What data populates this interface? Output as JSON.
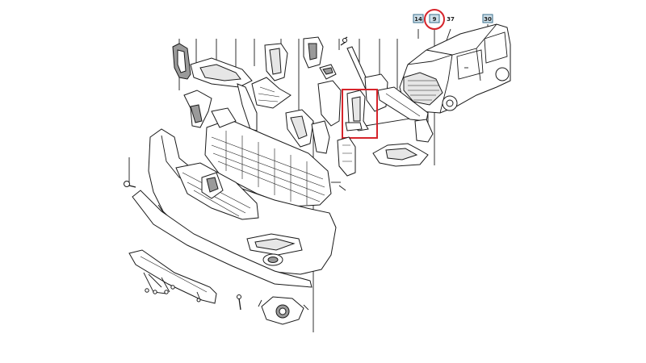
{
  "diagram": {
    "callouts": [
      {
        "id": "ref-14",
        "label": "14",
        "boxed": true
      },
      {
        "id": "ref-9",
        "label": "9",
        "boxed": true
      },
      {
        "id": "ref-37",
        "label": "37",
        "boxed": false
      },
      {
        "id": "ref-30",
        "label": "30",
        "boxed": true
      }
    ],
    "colors": {
      "highlight": "#d6242b",
      "ref_box_fill": "#cfe0ea",
      "ref_box_border": "#3a6f8c",
      "line": "#1a1a1a"
    }
  }
}
